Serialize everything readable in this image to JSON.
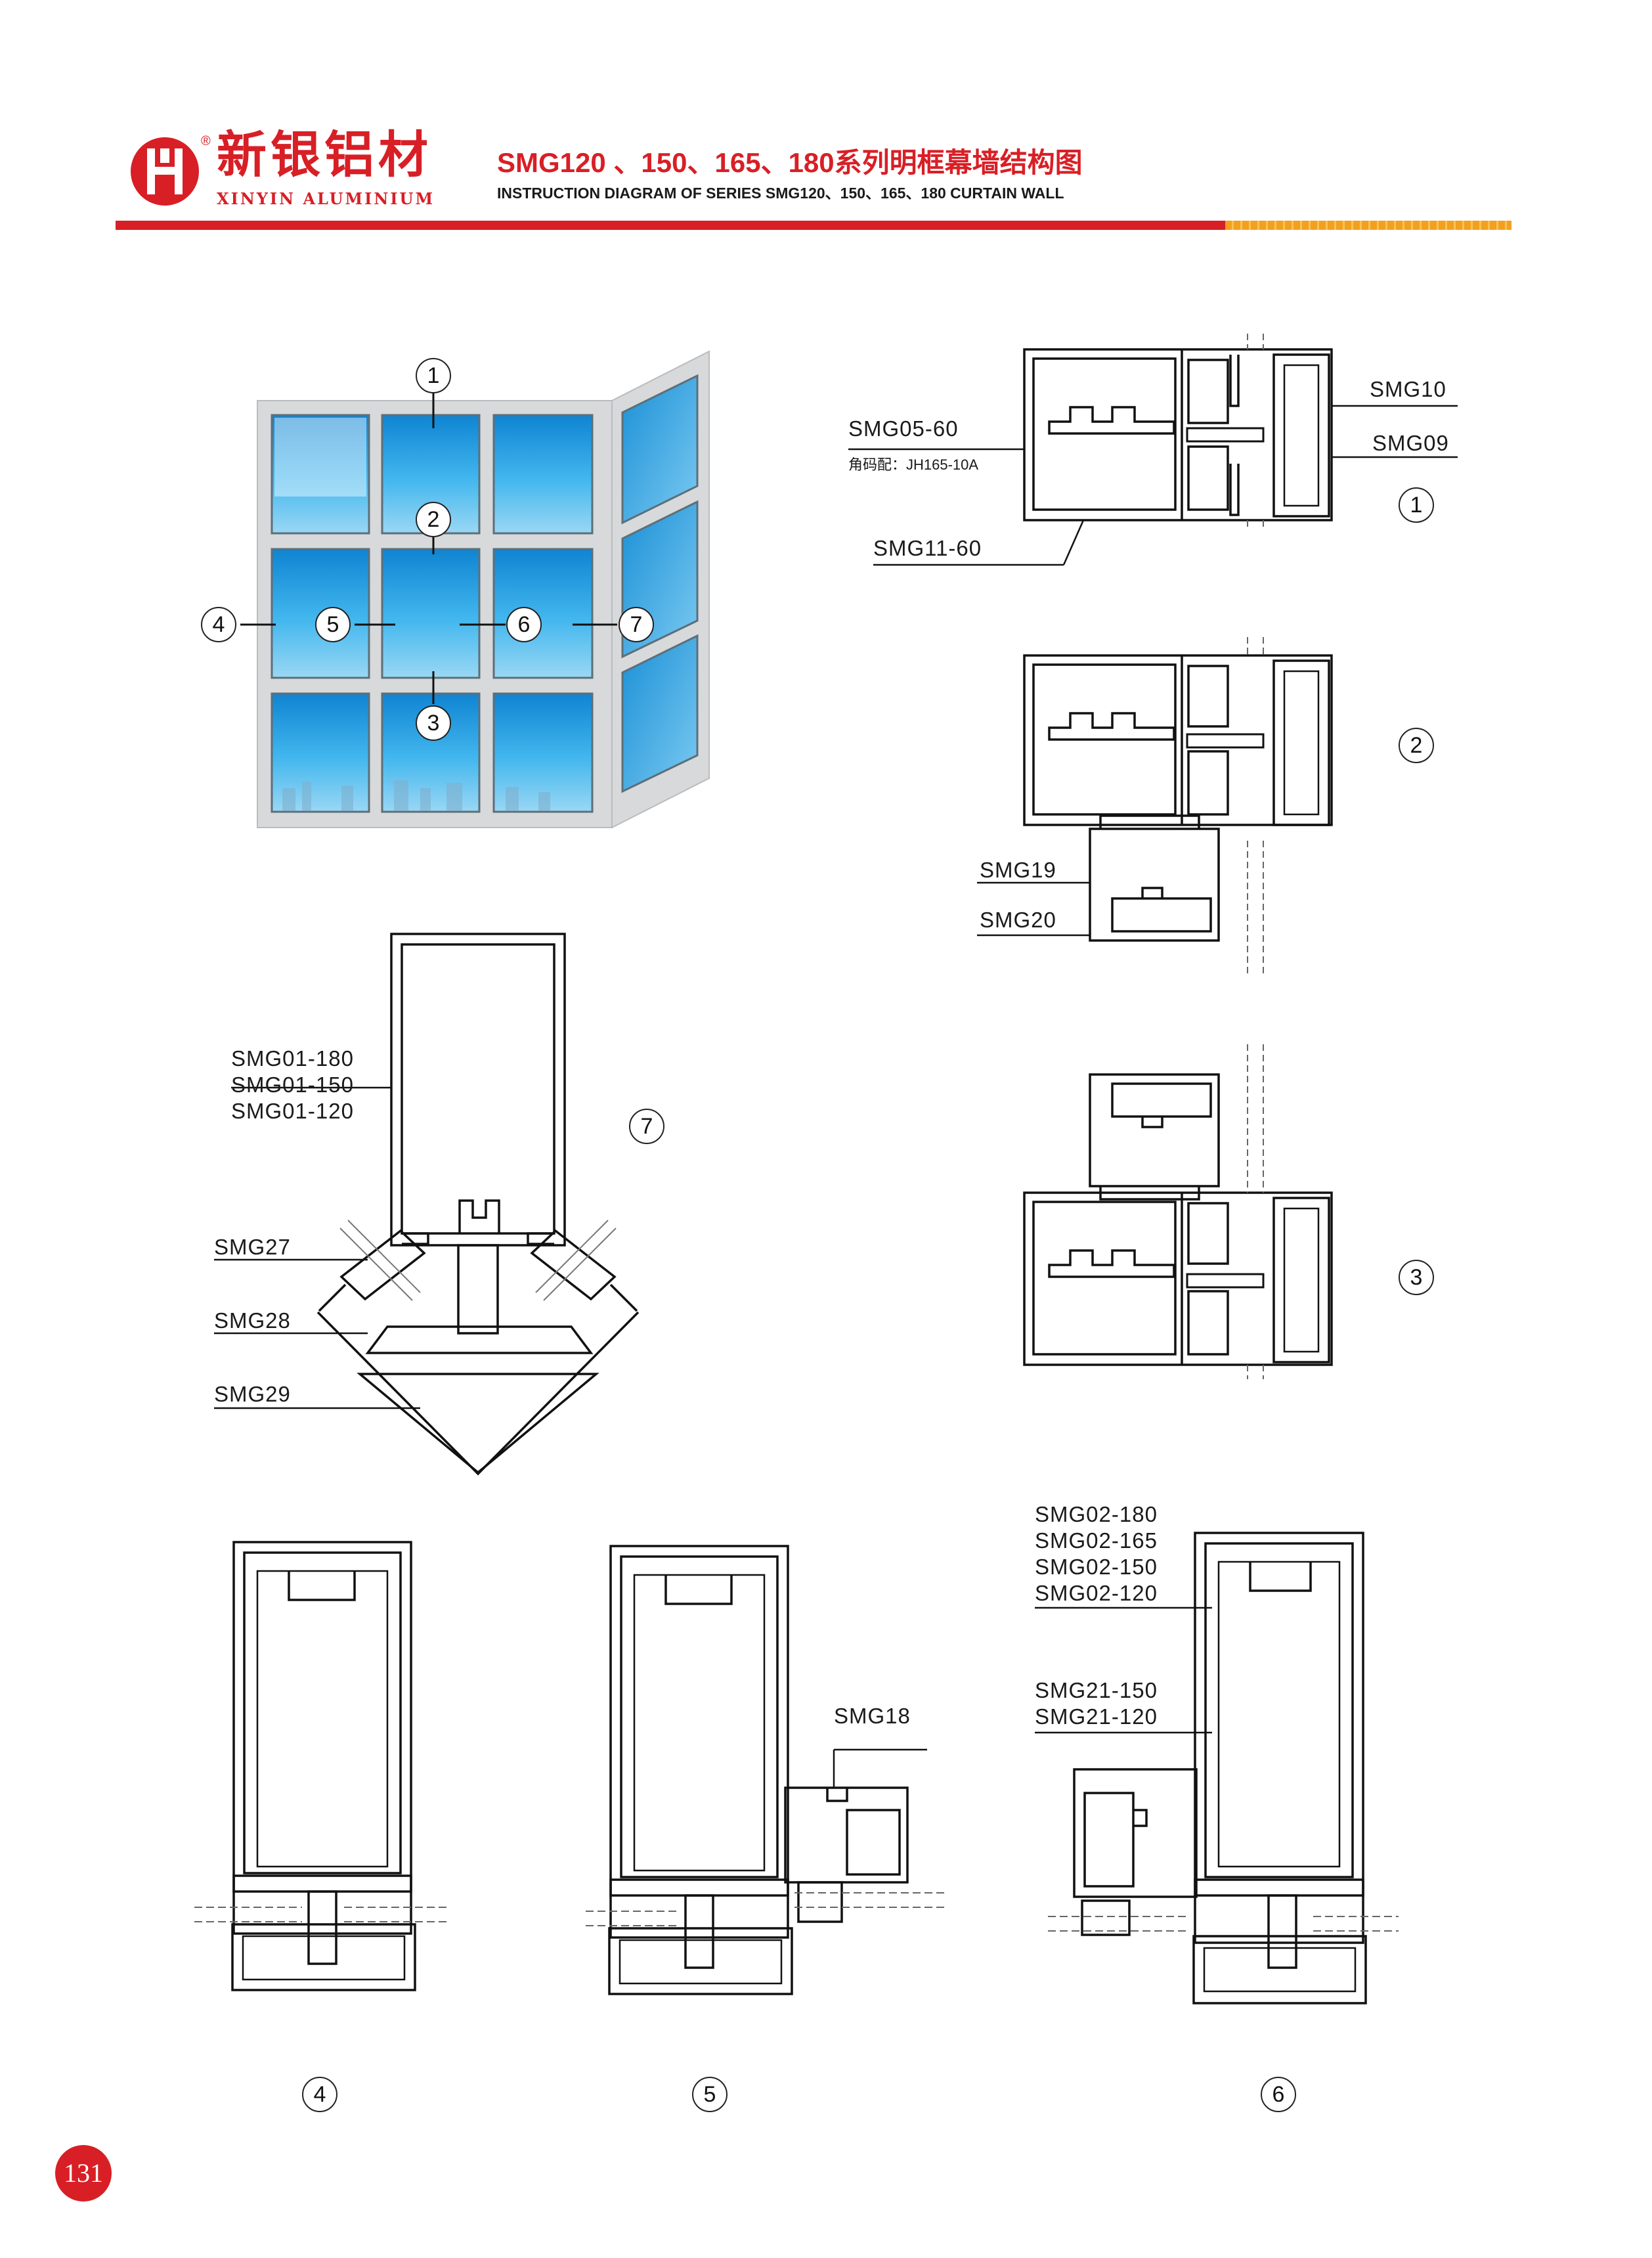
{
  "header": {
    "brand_cn": "新银铝材",
    "brand_en": "XINYIN ALUMINIUM",
    "registered": "®",
    "title_cn": "SMG120 、150、165、180系列明框幕墙结构图",
    "title_en": "INSTRUCTION DIAGRAM OF SERIES SMG120、150、165、180 CURTAIN WALL",
    "brand_color": "#d81f26"
  },
  "overview": {
    "markers": [
      "1",
      "2",
      "3",
      "4",
      "5",
      "6",
      "7"
    ],
    "glass_color": "#2aa3e3"
  },
  "detail_1": {
    "number": "1",
    "labels": [
      "SMG05-60",
      "角码配：JH165-10A",
      "SMG11-60",
      "SMG10",
      "SMG09"
    ]
  },
  "detail_2": {
    "number": "2",
    "labels": [
      "SMG19",
      "SMG20"
    ]
  },
  "detail_3": {
    "number": "3"
  },
  "detail_7": {
    "number": "7",
    "labels_stack": [
      "SMG01-180",
      "SMG01-150",
      "SMG01-120"
    ],
    "labels": [
      "SMG27",
      "SMG28",
      "SMG29"
    ]
  },
  "detail_4": {
    "number": "4"
  },
  "detail_5": {
    "number": "5",
    "labels": [
      "SMG18"
    ]
  },
  "detail_6": {
    "number": "6",
    "labels_stack_a": [
      "SMG02-180",
      "SMG02-165",
      "SMG02-150",
      "SMG02-120"
    ],
    "labels_stack_b": [
      "SMG21-150",
      "SMG21-120"
    ]
  },
  "page_number": "131"
}
